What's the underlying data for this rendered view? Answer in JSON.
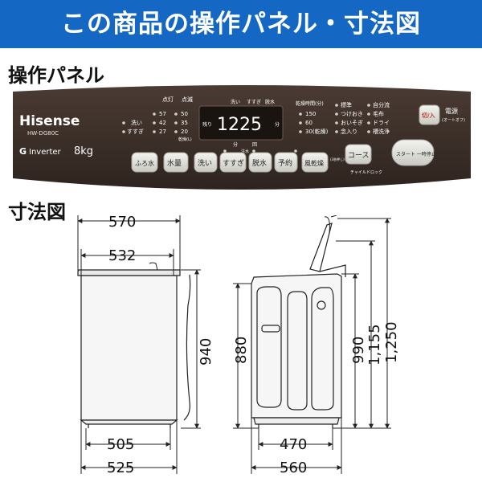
{
  "header": {
    "title": "この商品の操作パネル・寸法図"
  },
  "panel_section": {
    "title": "操作パネル",
    "brand": "Hisense",
    "model": "HW-DG80C",
    "inverter": "Inverter",
    "capacity": "8kg",
    "display_time": "1225",
    "display_left": "残り",
    "display_right": "分",
    "display_bottom_left": "分",
    "display_bottom_right": "回",
    "display_top": [
      "洗い",
      "すすぎ",
      "脱水"
    ],
    "level_headers": [
      "点灯",
      "点滅"
    ],
    "level_left": [
      "57",
      "42",
      "27"
    ],
    "level_right": [
      "50",
      "35",
      "20"
    ],
    "level_side": [
      "洗い",
      "すすぎ"
    ],
    "level_bottom": "乾燥(L)",
    "status_dots_label": "注水",
    "dry_header": "乾燥時間(分)",
    "dry_items": [
      "150",
      "60",
      "30(乾燥)"
    ],
    "course_items": [
      "標準",
      "つけおき",
      "おいそぎ",
      "念入り",
      "自分流",
      "毛布",
      "ドライ",
      "槽洗浄"
    ],
    "buttons": [
      "ふろ水",
      "水量",
      "洗い",
      "すすぎ",
      "脱水",
      "予約",
      "風乾燥",
      "コース"
    ],
    "child_lock": "チャイルドロック",
    "child_lock_hint": "(3秒押し)",
    "power_label": "切/入",
    "power_caption": "電源",
    "power_sub": "(オートオフ)",
    "start_button": "スタート\n一時停止"
  },
  "dimension_section": {
    "title": "寸法図",
    "front": {
      "width_top": "570",
      "width_body": "532",
      "height": "940",
      "base_inner": "505",
      "base_outer": "525"
    },
    "side": {
      "height_body": "880",
      "height_top": "990",
      "height_lid": "1,155",
      "height_open": "1,250",
      "base_inner": "470",
      "base_outer": "560"
    }
  }
}
